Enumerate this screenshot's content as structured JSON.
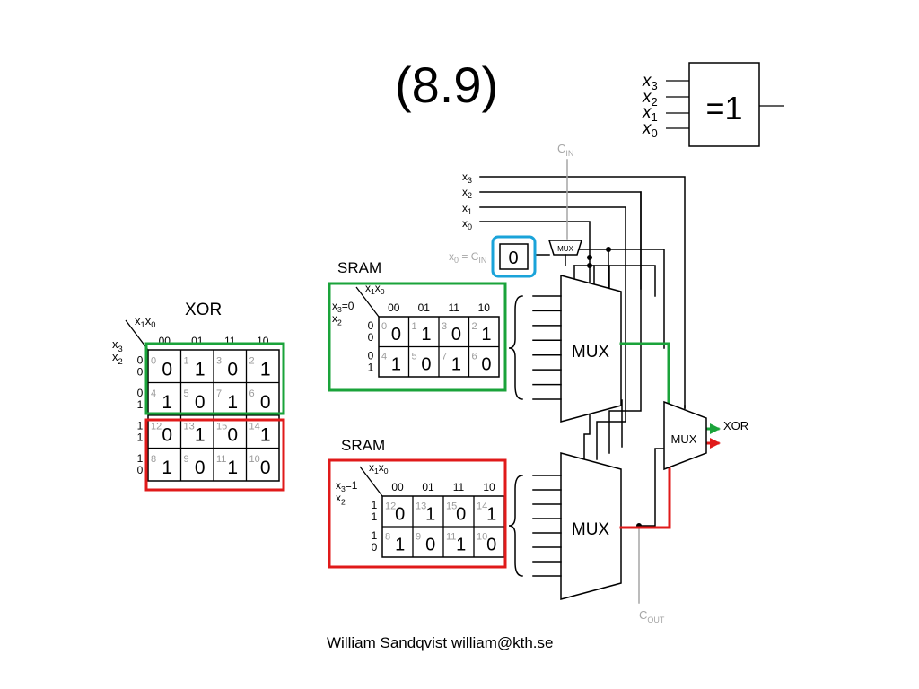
{
  "slide": {
    "title": "(8.9)",
    "footer": "William Sandqvist william@kth.se"
  },
  "gate": {
    "symbol": "=1",
    "inputs": [
      {
        "var": "x",
        "sub": "3"
      },
      {
        "var": "x",
        "sub": "2"
      },
      {
        "var": "x",
        "sub": "1"
      },
      {
        "var": "x",
        "sub": "0"
      }
    ]
  },
  "kmap_xor": {
    "title": "XOR",
    "col_var": {
      "a": "x",
      "a_sub": "1",
      "b": "x",
      "b_sub": "0"
    },
    "row_var": {
      "a": "x",
      "a_sub": "3",
      "b": "x",
      "b_sub": "2"
    },
    "col_codes": [
      "00",
      "01",
      "11",
      "10"
    ],
    "row_codes": [
      [
        "0",
        "0"
      ],
      [
        "0",
        "1"
      ],
      [
        "1",
        "1"
      ],
      [
        "1",
        "0"
      ]
    ],
    "cells": [
      [
        {
          "i": "0",
          "v": "0"
        },
        {
          "i": "1",
          "v": "1"
        },
        {
          "i": "3",
          "v": "0"
        },
        {
          "i": "2",
          "v": "1"
        }
      ],
      [
        {
          "i": "4",
          "v": "1"
        },
        {
          "i": "5",
          "v": "0"
        },
        {
          "i": "7",
          "v": "1"
        },
        {
          "i": "6",
          "v": "0"
        }
      ],
      [
        {
          "i": "12",
          "v": "0"
        },
        {
          "i": "13",
          "v": "1"
        },
        {
          "i": "15",
          "v": "0"
        },
        {
          "i": "14",
          "v": "1"
        }
      ],
      [
        {
          "i": "8",
          "v": "1"
        },
        {
          "i": "9",
          "v": "0"
        },
        {
          "i": "11",
          "v": "1"
        },
        {
          "i": "10",
          "v": "0"
        }
      ]
    ]
  },
  "sram_top": {
    "title": "SRAM",
    "condition": {
      "var": "x",
      "sub": "3",
      "eq": "=0"
    },
    "col_var": {
      "a": "x",
      "a_sub": "1",
      "b": "x",
      "b_sub": "0"
    },
    "row_var": {
      "var": "x",
      "sub": "2"
    },
    "col_codes": [
      "00",
      "01",
      "11",
      "10"
    ],
    "row_codes": [
      [
        "0",
        "0"
      ],
      [
        "0",
        "1"
      ]
    ],
    "cells": [
      [
        {
          "i": "0",
          "v": "0"
        },
        {
          "i": "1",
          "v": "1"
        },
        {
          "i": "3",
          "v": "0"
        },
        {
          "i": "2",
          "v": "1"
        }
      ],
      [
        {
          "i": "4",
          "v": "1"
        },
        {
          "i": "5",
          "v": "0"
        },
        {
          "i": "7",
          "v": "1"
        },
        {
          "i": "6",
          "v": "0"
        }
      ]
    ]
  },
  "sram_bottom": {
    "title": "SRAM",
    "condition": {
      "var": "x",
      "sub": "3",
      "eq": "=1"
    },
    "col_var": {
      "a": "x",
      "a_sub": "1",
      "b": "x",
      "b_sub": "0"
    },
    "row_var": {
      "var": "x",
      "sub": "2"
    },
    "col_codes": [
      "00",
      "01",
      "11",
      "10"
    ],
    "row_codes": [
      [
        "1",
        "1"
      ],
      [
        "1",
        "0"
      ]
    ],
    "cells": [
      [
        {
          "i": "12",
          "v": "0"
        },
        {
          "i": "13",
          "v": "1"
        },
        {
          "i": "15",
          "v": "0"
        },
        {
          "i": "14",
          "v": "1"
        }
      ],
      [
        {
          "i": "8",
          "v": "1"
        },
        {
          "i": "9",
          "v": "0"
        },
        {
          "i": "11",
          "v": "1"
        },
        {
          "i": "10",
          "v": "0"
        }
      ]
    ]
  },
  "circuit": {
    "input_labels": [
      {
        "var": "x",
        "sub": "3"
      },
      {
        "var": "x",
        "sub": "2"
      },
      {
        "var": "x",
        "sub": "1"
      },
      {
        "var": "x",
        "sub": "0"
      }
    ],
    "cin": {
      "main": "C",
      "sub": "IN"
    },
    "cout": {
      "main": "C",
      "sub": "OUT"
    },
    "config_eq": {
      "a": "x",
      "a_sub": "0",
      "eq": " = C",
      "b_sub": "IN"
    },
    "config_value": "0",
    "small_mux": "MUX",
    "mux_top": "MUX",
    "mux_bottom": "MUX",
    "mux_out": "MUX",
    "output": "XOR"
  },
  "colors": {
    "green": "#1aa33a",
    "red": "#e01a1a",
    "blue": "#1aa3d9",
    "gray": "#a6a6a6",
    "index_gray": "#9a9a9a"
  }
}
